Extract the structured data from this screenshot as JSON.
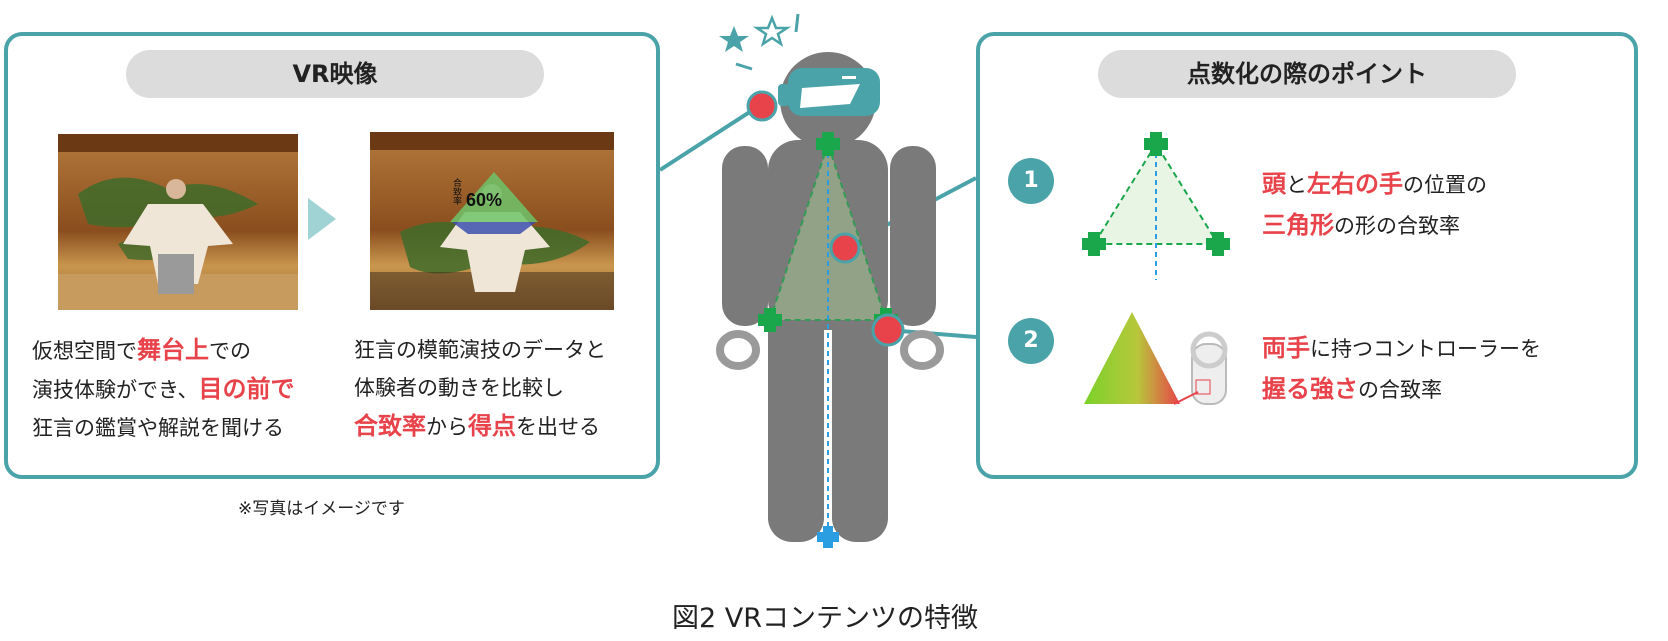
{
  "left_panel": {
    "title": "VR映像",
    "caption1": {
      "line1_a": "仮想空間で",
      "line1_hl": "舞台上",
      "line1_b": "での",
      "line2_a": "演技体験ができ、",
      "line2_hl": "目の前で",
      "line3": "狂言の鑑賞や解説を聞ける"
    },
    "caption2": {
      "line1": "狂言の模範演技のデータと",
      "line2": "体験者の動きを比較し",
      "line3_hl1": "合致率",
      "line3_a": "から",
      "line3_hl2": "得点",
      "line3_b": "を出せる"
    },
    "overlay_label": "合致率",
    "overlay_value": "60%"
  },
  "right_panel": {
    "title": "点数化の際のポイント",
    "point1": {
      "number": "1",
      "hl1": "頭",
      "a": "と",
      "hl2": "左右の手",
      "b": "の位置の",
      "hl3": "三角形",
      "c": "の形の合致率"
    },
    "point2": {
      "number": "2",
      "hl1": "両手",
      "a": "に持つコントローラーを",
      "hl2": "握る強さ",
      "b": "の合致率"
    }
  },
  "note": "※写真はイメージです",
  "figure_title": "図2 VRコンテンツの特徴",
  "colors": {
    "accent_teal": "#4aa3a8",
    "highlight_red": "#e8434a",
    "marker_green": "#1aa64b",
    "marker_blue": "#2a9ee0",
    "figure_gray": "#7a7a7a"
  }
}
